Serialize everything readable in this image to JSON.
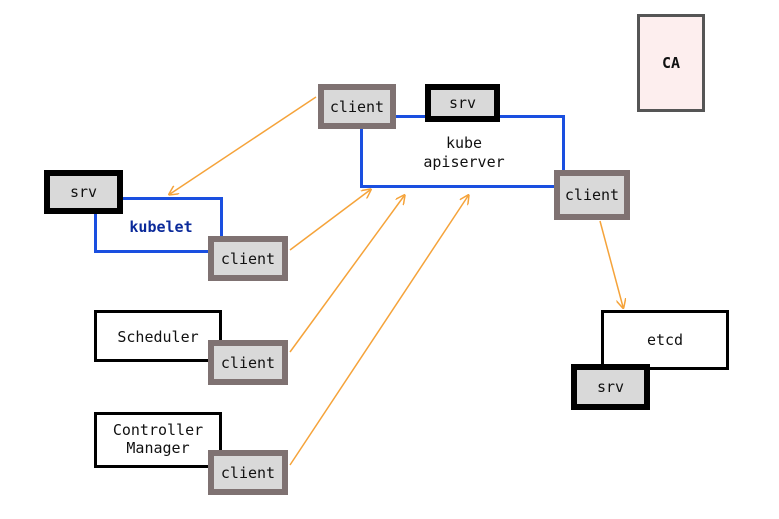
{
  "colors": {
    "arrow": "#f5a33a",
    "blue_outline": "#1a4fe0",
    "client_border": "#7f7272",
    "srv_border": "#000000",
    "ca_fill": "#fdeeee"
  },
  "ca": {
    "label": "CA"
  },
  "apiserver": {
    "label": "kube\napiserver",
    "srv": "srv",
    "client_in": "client",
    "client_out": "client"
  },
  "kubelet": {
    "label": "kubelet",
    "srv": "srv",
    "client": "client"
  },
  "scheduler": {
    "label": "Scheduler",
    "client": "client"
  },
  "controller_manager": {
    "label": "Controller\nManager",
    "client": "client"
  },
  "etcd": {
    "label": "etcd",
    "srv": "srv"
  }
}
